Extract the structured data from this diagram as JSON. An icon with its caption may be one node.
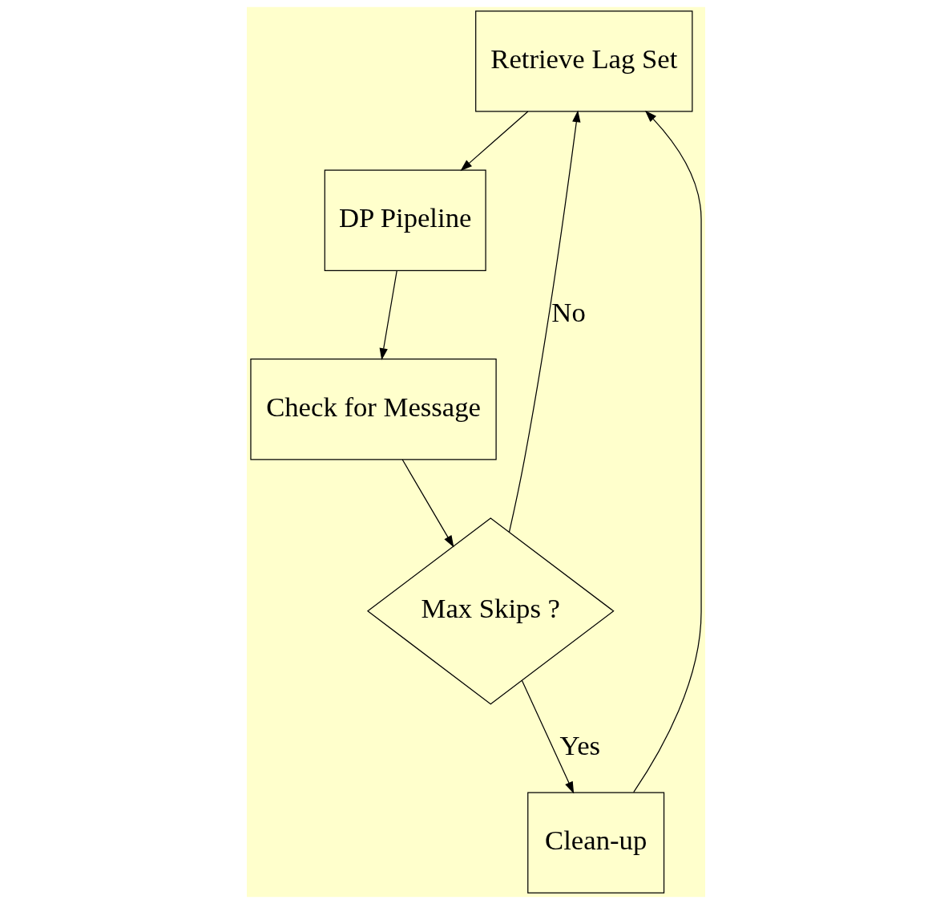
{
  "diagram": {
    "nodes": [
      {
        "text": [
          "Retrieve Lag Set"
        ]
      },
      {
        "text": [
          "DP Pipeline"
        ]
      },
      {
        "text": [
          "Check for Message"
        ]
      },
      {
        "text": [
          "Max Skips ?"
        ]
      },
      {
        "text": [
          "Clean-up"
        ]
      }
    ],
    "edges": [
      {
        "from": 0,
        "to": 1,
        "arrow": "to"
      },
      {
        "from": 1,
        "to": 2,
        "arrow": "to"
      },
      {
        "from": 2,
        "to": 3,
        "arrow": "to"
      },
      {
        "from": 3,
        "to": 0,
        "arrow": "to",
        "label": "No"
      },
      {
        "from": 3,
        "to": 4,
        "arrow": "to",
        "label": "Yes"
      },
      {
        "from": 4,
        "to": 0,
        "arrow": "to"
      }
    ]
  }
}
